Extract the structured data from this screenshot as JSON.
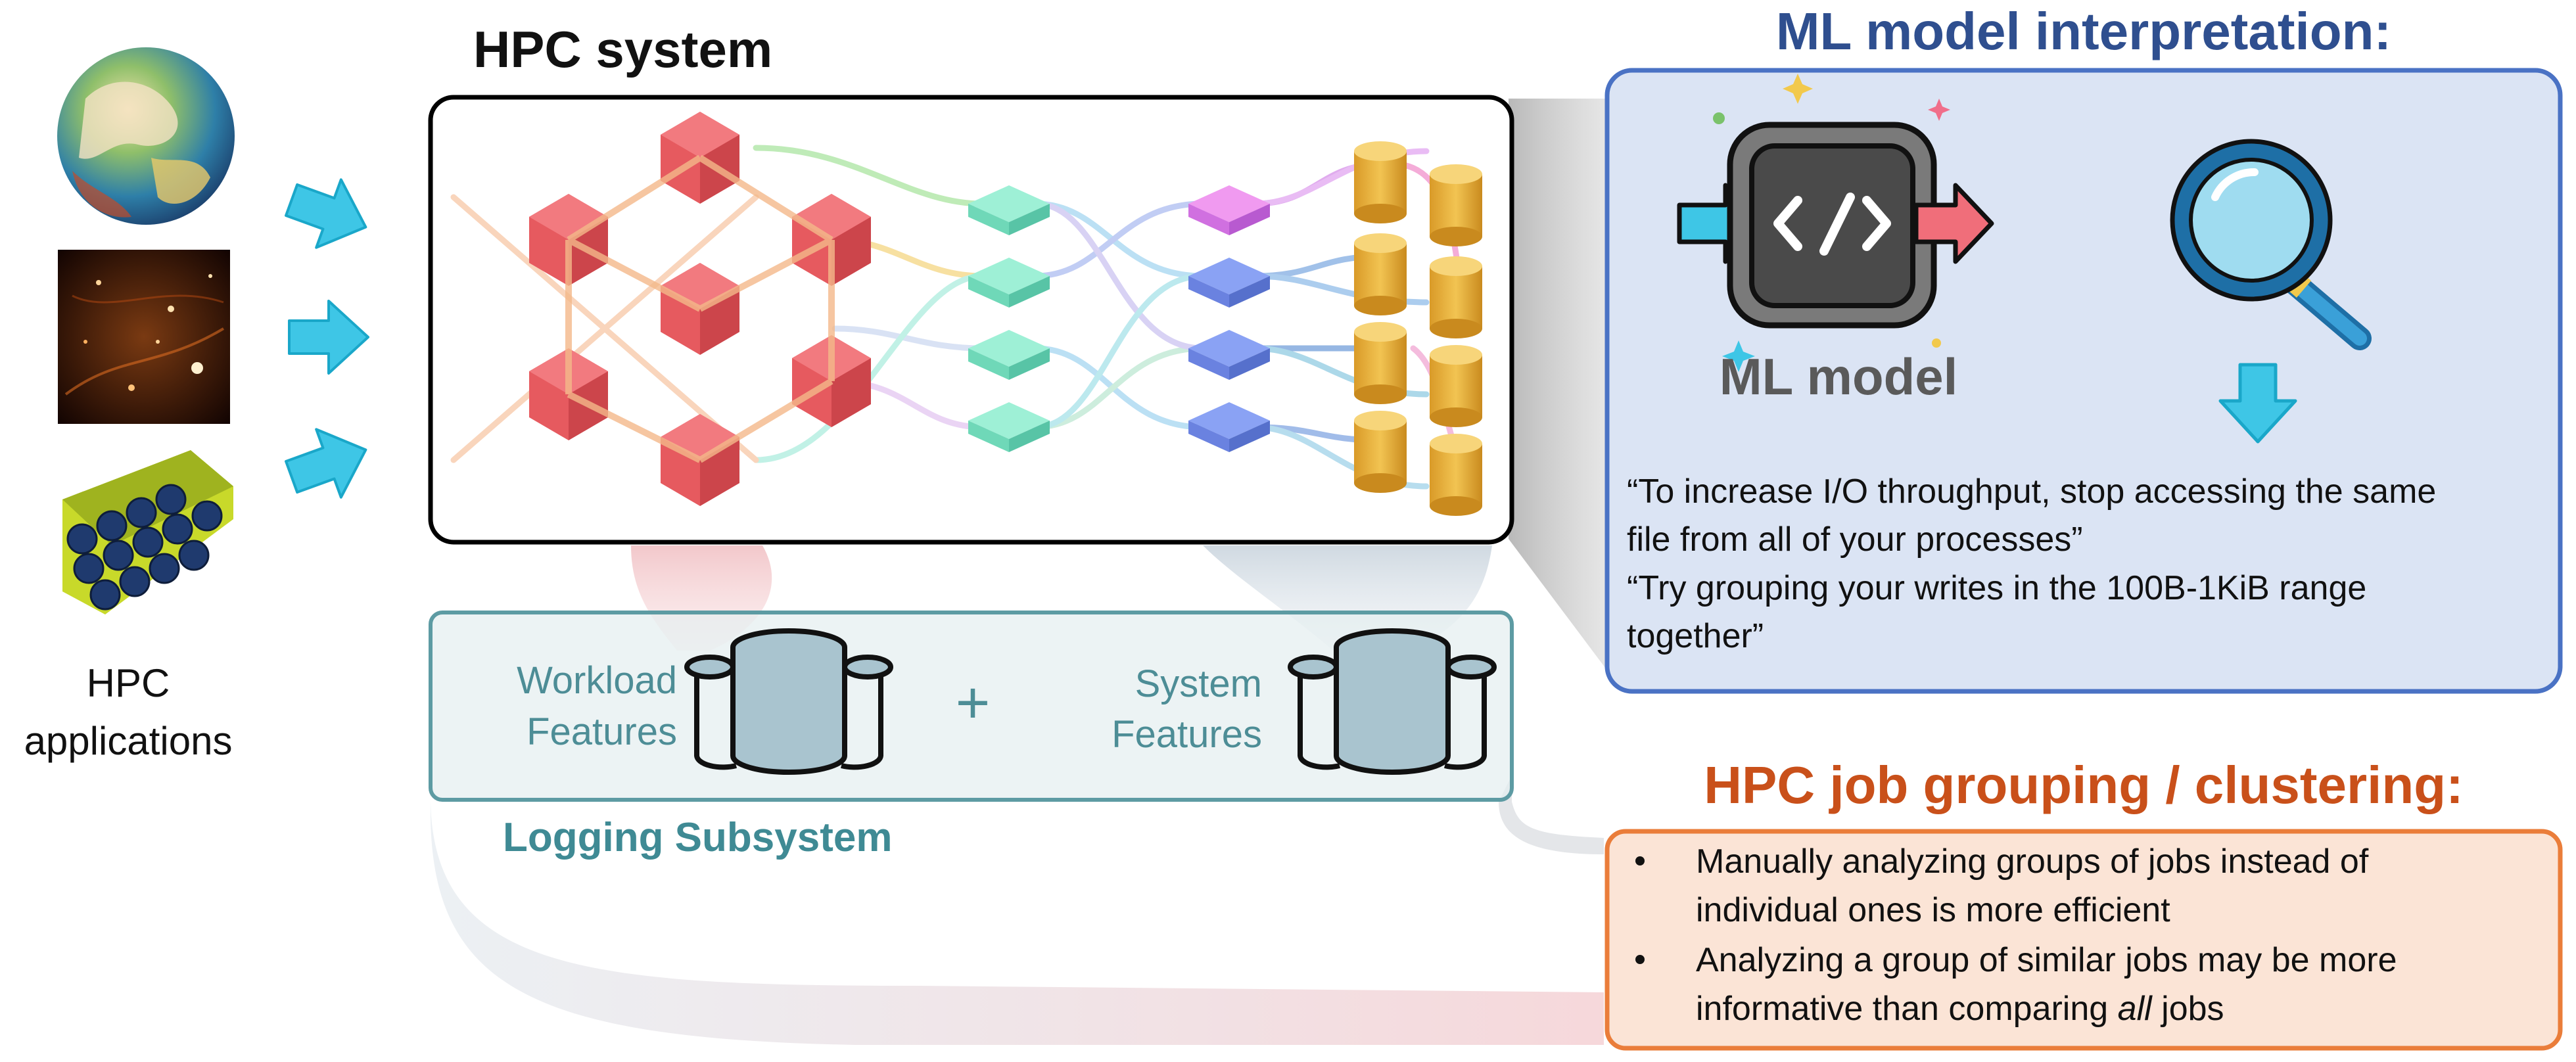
{
  "hpc_applications": {
    "label_line1": "HPC",
    "label_line2": "applications"
  },
  "hpc_system": {
    "title": "HPC system"
  },
  "logging": {
    "title": "Logging Subsystem",
    "workload_line1": "Workload",
    "workload_line2": "Features",
    "plus": "+",
    "system_line1": "System",
    "system_line2": "Features"
  },
  "ml_interpretation": {
    "title": "ML model interpretation:",
    "model_label": "ML model",
    "quote1_line1": "“To increase I/O throughput, stop accessing the same",
    "quote1_line2": "file from all of your processes”",
    "quote2_line1": "“Try grouping your writes in the 100B-1KiB range",
    "quote2_line2": "together”"
  },
  "clustering": {
    "title": "HPC job grouping / clustering:",
    "bullet1_line1": "Manually analyzing groups of jobs instead of",
    "bullet1_line2": "individual ones is more efficient",
    "bullet2_line1": "Analyzing a group of similar jobs may be more",
    "bullet2_line2_prefix": "informative than comparing ",
    "bullet2_line2_italic": "all",
    "bullet2_line2_suffix": " jobs"
  },
  "colors": {
    "teal_arrow": "#3ec6e6",
    "node_red": "#e65a5f",
    "blue_panel_border": "#4a72c4",
    "blue_panel_fill": "#dbe4f4",
    "orange_border": "#ea7d3a",
    "orange_fill": "#fbe4d6",
    "title_blue": "#2f4f8f",
    "title_orange": "#c9501a",
    "logging_teal": "#3f8a94"
  }
}
